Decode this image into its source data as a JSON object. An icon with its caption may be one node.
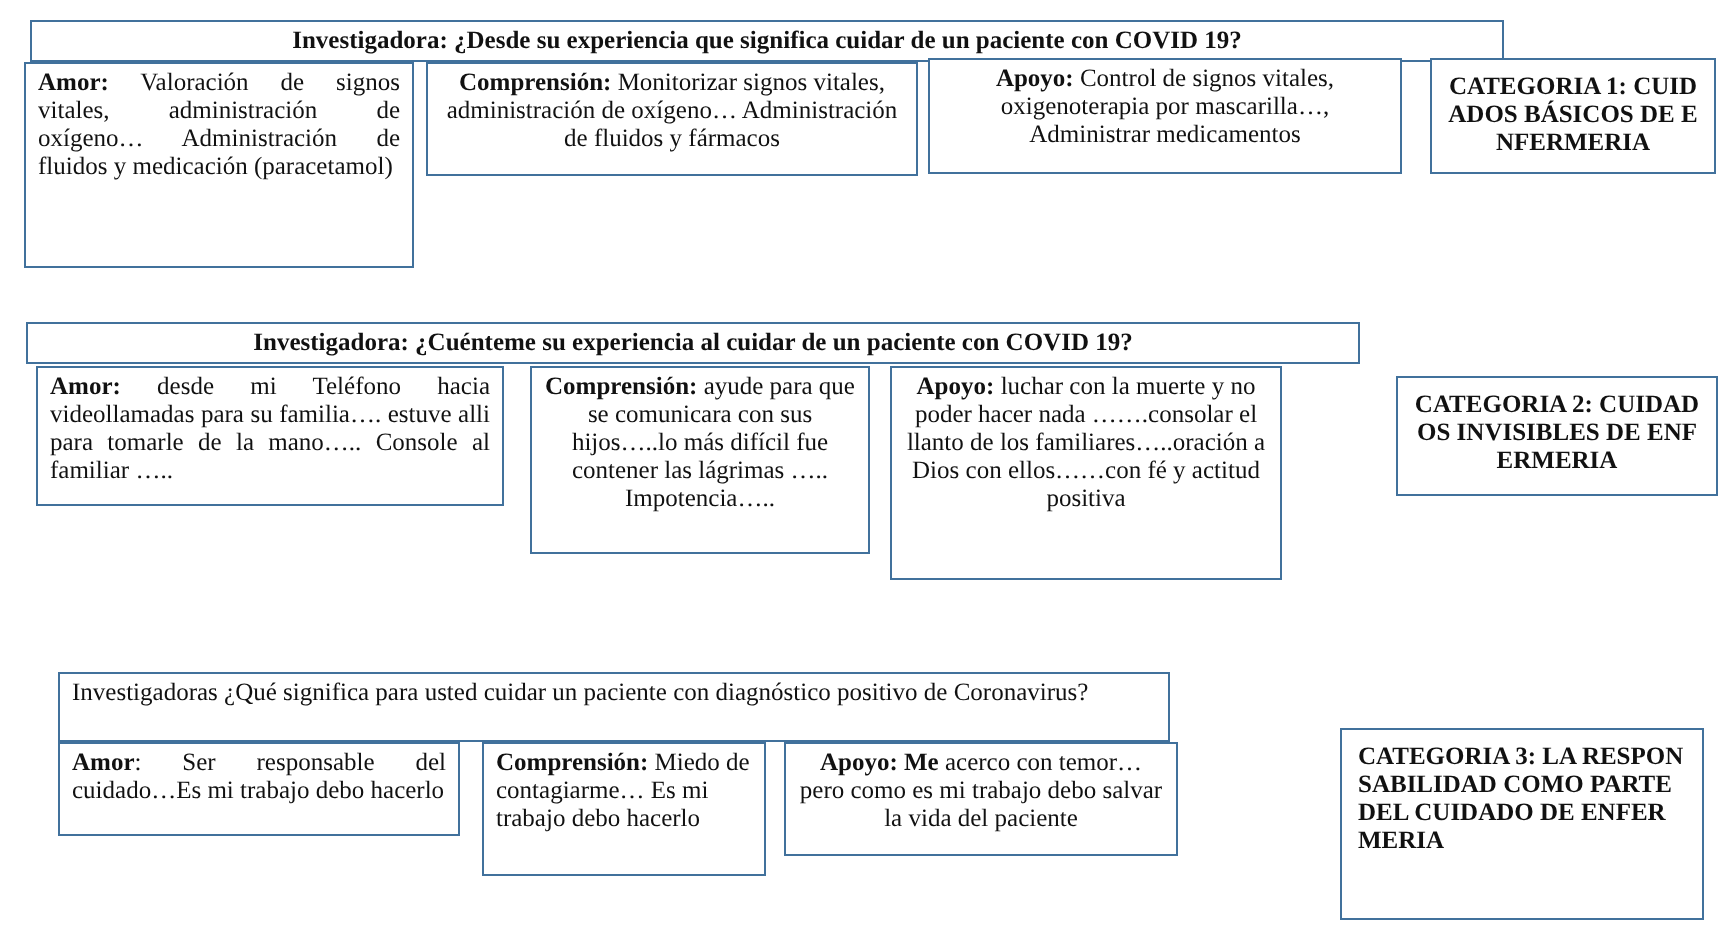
{
  "diagram": {
    "nodes": [
      {
        "text": [
          "Investigadora: ¿Desde su experiencia que significa cuidar de un paciente con COVID 19?"
        ]
      },
      {
        "text": [
          "**Amor:** Valoración de signos vitales, administración de oxígeno… Administración de fluidos y medicación (paracetamol)"
        ]
      },
      {
        "text": [
          "**Comprensión:** Monitorizar signos vitales, administración de oxígeno… Administración de fluidos y fármacos"
        ]
      },
      {
        "text": [
          "**Apoyo:** Control de signos vitales, oxigenoterapia por mascarilla…, Administrar medicamentos"
        ]
      },
      {
        "text": [
          "CATEGORIA 1: CUIDADOS BÁSICOS DE ENFERMERIA"
        ]
      },
      {
        "text": [
          "Investigadora: ¿Cuénteme su experiencia al cuidar de un paciente con COVID 19?"
        ]
      },
      {
        "text": [
          "**Amor:** desde mi Teléfono hacia videollamadas para su familia…. estuve alli para tomarle de la mano….. Console al familiar ….."
        ]
      },
      {
        "text": [
          "**Comprensión:** ayude para que se comunicara con sus hijos…..lo más difícil fue contener las lágrimas ….. Impotencia….."
        ]
      },
      {
        "text": [
          "**Apoyo:** luchar con la muerte y no poder hacer nada …….consolar el llanto de los familiares…..oración a Dios con ellos……con fé y actitud positiva"
        ]
      },
      {
        "text": [
          "CATEGORIA 2: CUIDADOS INVISIBLES DE ENFERMERIA"
        ]
      },
      {
        "text": [
          "Investigadoras ¿Qué significa para usted cuidar un paciente con diagnóstico positivo de Coronavirus?"
        ]
      },
      {
        "text": [
          "**Amor**: Ser responsable del cuidado…Es mi trabajo debo hacerlo"
        ]
      },
      {
        "text": [
          "**Comprensión:** Miedo de contagiarme… Es mi trabajo debo hacerlo"
        ]
      },
      {
        "text": [
          "**Apoyo: Me** acerco con temor… pero como es mi trabajo debo salvar la vida del paciente"
        ]
      },
      {
        "text": [
          "CATEGORIA 3: LA RESPONSABILIDAD COMO PARTE DEL CUIDADO DE ENFERMERIA"
        ]
      }
    ]
  }
}
